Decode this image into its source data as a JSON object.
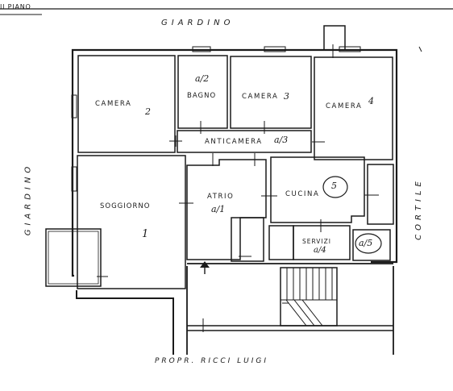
{
  "header": {
    "floor_label": "II PIANO"
  },
  "surroundings": {
    "top": "GIARDINO",
    "left": "GIARDINO",
    "right": "CORTILE",
    "bottom": "PROPR. RICCI LUIGI"
  },
  "rooms": {
    "camera_1": {
      "name": "CAMERA",
      "mark": "2"
    },
    "bagno": {
      "name": "BAGNO",
      "mark": "a/2"
    },
    "camera_2": {
      "name": "CAMERA",
      "mark": "3"
    },
    "camera_3": {
      "name": "CAMERA",
      "mark": "4"
    },
    "anticamera": {
      "name": "ANTICAMERA",
      "mark": "a/3"
    },
    "soggiorno": {
      "name": "SOGGIORNO",
      "mark": "1"
    },
    "atrio": {
      "name": "ATRIO",
      "mark": "a/1"
    },
    "cucina": {
      "name": "CUCINA",
      "mark": "5"
    },
    "servizi": {
      "name": "SERVIZI",
      "mark": "a/4"
    },
    "extra": {
      "mark": "a/5"
    }
  }
}
